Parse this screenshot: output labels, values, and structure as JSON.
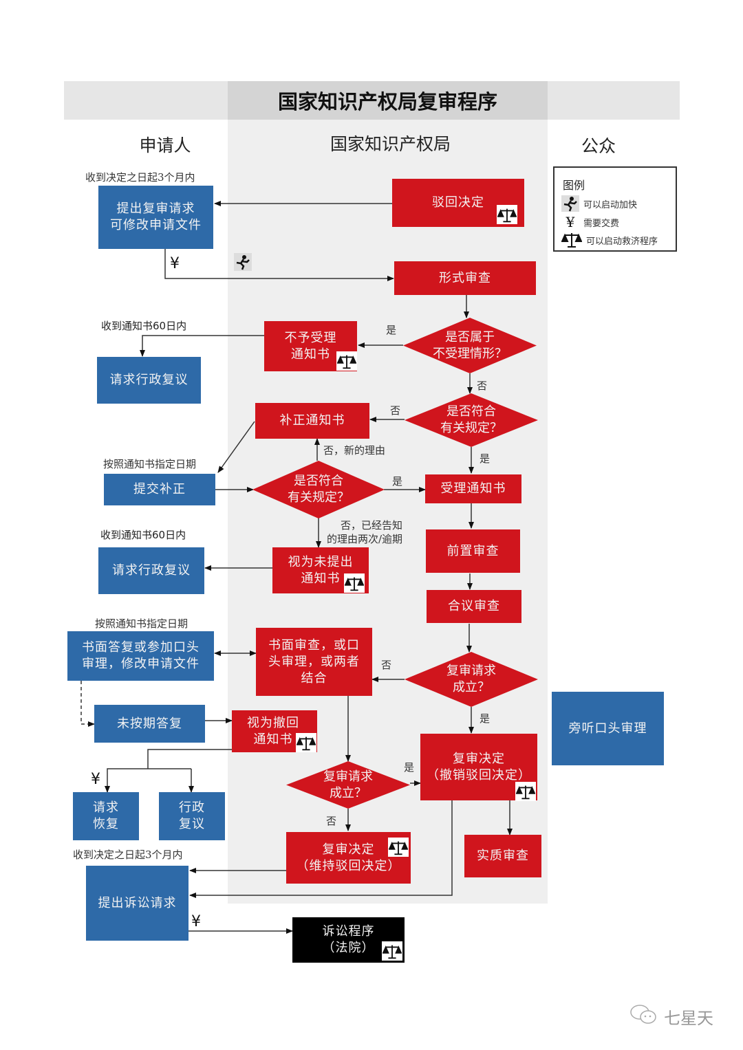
{
  "title": "国家知识产权局复审程序",
  "lanes": {
    "applicant": "申请人",
    "cnipa": "国家知识产权局",
    "public": "公众"
  },
  "legend": {
    "title": "图例",
    "items": [
      {
        "icon": "runner-icon",
        "label": "可以启动加快"
      },
      {
        "icon": "yen-icon",
        "label": "需要交费"
      },
      {
        "icon": "scale-icon",
        "label": "可以启动救济程序"
      }
    ]
  },
  "notes": {
    "within_3_months_1": "收到决定之日起3个月内",
    "within_60_days_1": "收到通知书60日内",
    "by_notice_date_1": "按照通知书指定日期",
    "within_60_days_2": "收到通知书60日内",
    "by_notice_date_2": "按照通知书指定日期",
    "within_3_months_2": "收到决定之日起3个月内"
  },
  "nodes": {
    "rejection_decision": "驳回决定",
    "file_reexam": "提出复审请求\n可修改申请文件",
    "formal_exam": "形式审查",
    "not_accept_notice": "不予受理\n通知书",
    "admin_review_1": "请求行政复议",
    "correction_notice": "补正通知书",
    "submit_correction": "提交补正",
    "accept_notice": "受理通知书",
    "deemed_not_filed": "视为未提出\n通知书",
    "admin_review_2": "请求行政复议",
    "pre_exam": "前置审查",
    "panel_exam": "合议审查",
    "written_reply": "书面答复或参加口头\n审理，修改申请文件",
    "written_or_oral": "书面审查，或口\n头审理，或两者\n结合",
    "no_timely_reply": "未按期答复",
    "deemed_withdrawn": "视为撤回\n通知书",
    "request_restore": "请求\n恢复",
    "admin_review_3": "行政\n复议",
    "decision_revoke": "复审决定\n（撤销驳回决定）",
    "decision_maintain": "复审决定\n（维持驳回决定）",
    "substantive_exam": "实质审查",
    "file_lawsuit": "提出诉讼请求",
    "litigation": "诉讼程序\n（法院）",
    "attend_hearing": "旁听口头审理"
  },
  "decisions": {
    "is_not_acceptable": "是否属于\n不受理情形？",
    "complies_1": "是否符合\n有关规定？",
    "complies_2": "是否符合\n有关规定？",
    "request_valid_1": "复审请求\n成立？",
    "request_valid_2": "复审请求\n成立？"
  },
  "edge_labels": {
    "yes_1": "是",
    "no_1": "否",
    "no_2": "否",
    "yes_2": "是",
    "no_new_reason": "否，新的理由",
    "yes_3": "是",
    "no_twice": "否，已经告知\n的理由两次/逾期",
    "no_3": "否",
    "yes_4": "是",
    "yes_5": "是",
    "no_4": "否"
  },
  "symbols": {
    "yen": "¥"
  },
  "watermark": "七星天",
  "colors": {
    "applicant_blue": "#2e6aa8",
    "office_red": "#d0151d",
    "court_black": "#000000"
  }
}
